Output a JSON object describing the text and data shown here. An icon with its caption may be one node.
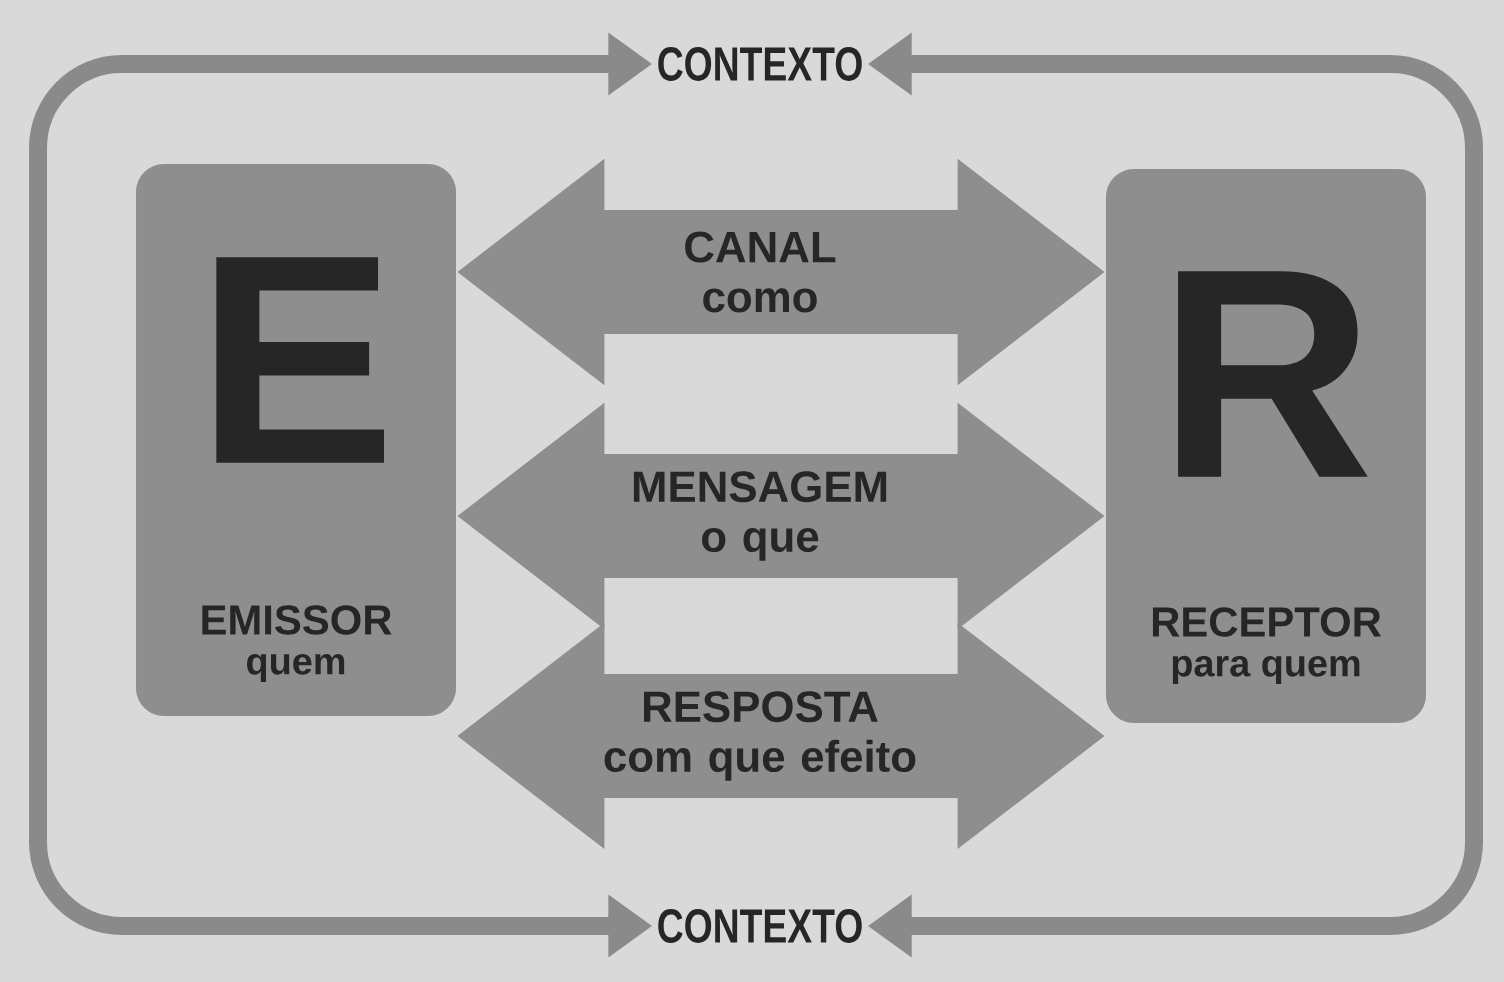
{
  "diagram": {
    "nodes": [
      {
        "text": [
          "CONTEXTO"
        ]
      },
      {
        "text": [
          "E",
          "EMISSOR",
          "quem"
        ]
      },
      {
        "text": [
          "R",
          "RECEPTOR",
          "para quem"
        ]
      },
      {
        "text": [
          "CONTEXTO"
        ]
      }
    ],
    "edges": [
      {
        "from": 0,
        "to": 3,
        "arrow": "both"
      },
      {
        "from": 0,
        "to": 3,
        "arrow": "both"
      },
      {
        "from": 1,
        "to": 2,
        "arrow": "both",
        "label": "CANAL como"
      },
      {
        "from": 1,
        "to": 2,
        "arrow": "both",
        "label": "MENSAGEM o que"
      },
      {
        "from": 1,
        "to": 2,
        "arrow": "both",
        "label": "RESPOSTA com que efeito"
      }
    ]
  }
}
